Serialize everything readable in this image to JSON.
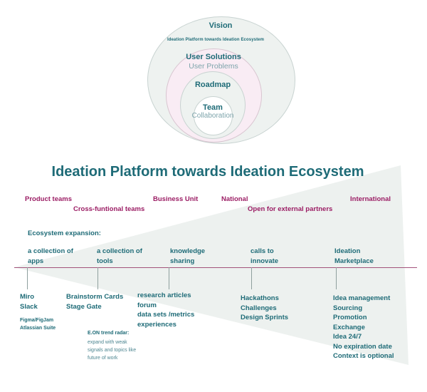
{
  "colors": {
    "teal": "#1e6b77",
    "teal_muted": "#7da4ab",
    "purple": "#9b1d64",
    "triangle_fill": "#edf1ef",
    "pink_fill": "#f9ecf4",
    "circle_fill": "#eef2f0",
    "circle_stroke": "#c8d3d1",
    "timeline_line": "#a3537b"
  },
  "venn": {
    "vision_title": "Vision",
    "vision_subtitle": "Ideation Platform towards Ideation Ecosystem",
    "ring2_title": "User Solutions",
    "ring2_subtitle": "User Problems",
    "ring3_title": "Roadmap",
    "core_title": "Team",
    "core_subtitle": "Collaboration"
  },
  "main": {
    "title": "Ideation Platform towards Ideation Ecosystem",
    "audience": [
      "Product teams",
      "Cross-funtional teams",
      "Business Unit",
      "National",
      "Open for external partners",
      "International"
    ],
    "expansion_heading": "Ecosystem expansion:",
    "stages": [
      {
        "label": "a collection of\napps",
        "items": "Miro\nSlack",
        "subitems": "Figma/FigJam\nAtlassian Suite"
      },
      {
        "label": "a collection of\ntools",
        "items": "Brainstorm Cards\nStage Gate",
        "note_title": "E.ON trend radar:",
        "note_body": "expand with weak\nsignals and topics like\nfuture of work"
      },
      {
        "label": "knowledge\nsharing",
        "items": "research articles\nforum\ndata sets /metrics\nexperiences"
      },
      {
        "label": "calls to\ninnovate",
        "items": "Hackathons\nChallenges\nDesign Sprints"
      },
      {
        "label": "Ideation\nMarketplace",
        "items": "Idea management\nSourcing\nPromotion\nExchange\nIdea 24/7\nNo expiration date\nContext is optional"
      }
    ]
  }
}
